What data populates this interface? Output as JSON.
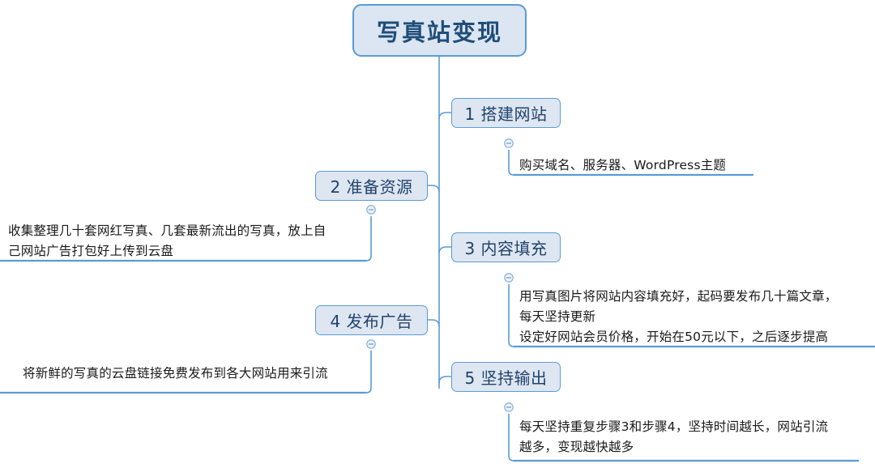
{
  "diagram": {
    "type": "mind-map",
    "title": "写真站变现",
    "orientation": "vertical-trunk-with-left-and-right-branches",
    "colors": {
      "node_fill": "#dee6f1",
      "node_border": "#5b9bd5",
      "root_text": "#1f4e79",
      "branch_text": "#21436d",
      "leaf_text": "#1a1a1a",
      "connector": "#5b9bd5",
      "underline": "#5b9bd5",
      "background": "#ffffff"
    },
    "root": {
      "label": "写真站变现"
    },
    "branches": [
      {
        "id": "branch-1",
        "side": "right",
        "label": "1 搭建网站",
        "toggle": "collapse-minus",
        "children": [
          {
            "lines": [
              "购买域名、服务器、WordPress主题"
            ]
          }
        ]
      },
      {
        "id": "branch-2",
        "side": "left",
        "label": "2 准备资源",
        "toggle": "collapse-minus",
        "children": [
          {
            "lines": [
              "收集整理几十套网红写真、几套最新流出的写真，放上自",
              "己网站广告打包好上传到云盘"
            ]
          }
        ]
      },
      {
        "id": "branch-3",
        "side": "right",
        "label": "3 内容填充",
        "toggle": "collapse-minus",
        "children": [
          {
            "lines": [
              "用写真图片将网站内容填充好，起码要发布几十篇文章，",
              "每天坚持更新",
              "设定好网站会员价格，开始在50元以下，之后逐步提高"
            ]
          }
        ]
      },
      {
        "id": "branch-4",
        "side": "left",
        "label": "4 发布广告",
        "toggle": "collapse-minus",
        "children": [
          {
            "lines": [
              "将新鲜的写真的云盘链接免费发布到各大网站用来引流"
            ]
          }
        ]
      },
      {
        "id": "branch-5",
        "side": "right",
        "label": "5 坚持输出",
        "toggle": "collapse-minus",
        "children": [
          {
            "lines": [
              "每天坚持重复步骤3和步骤4，坚持时间越长，网站引流",
              "越多，变现越快越多"
            ]
          }
        ]
      }
    ]
  }
}
